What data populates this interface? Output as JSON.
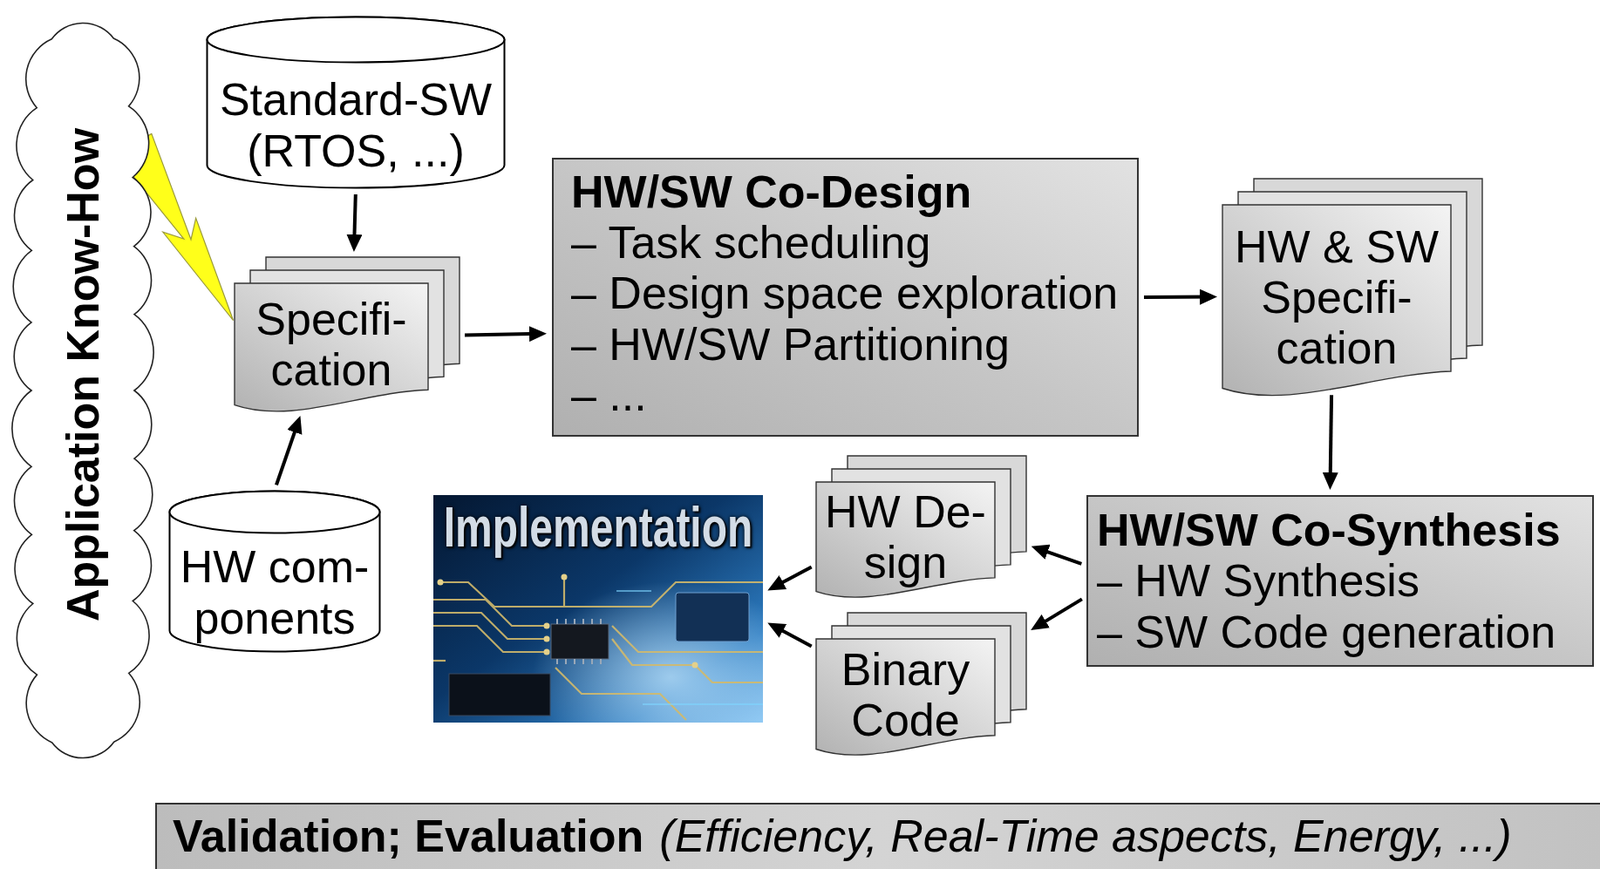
{
  "diagram": {
    "nodes": [
      {
        "text": [
          "Application Know-How"
        ]
      },
      {
        "text": [
          "Standard-SW (RTOS, ...)"
        ]
      },
      {
        "text": [
          "Specifi- cation"
        ]
      },
      {
        "text": [
          "HW com- ponents"
        ]
      },
      {
        "text": [
          "HW/SW Co-Design",
          "– Task scheduling",
          "– Design space exploration",
          "– HW/SW Partitioning",
          "– ..."
        ]
      },
      {
        "text": [
          "HW & SW Specifi- cation"
        ]
      },
      {
        "text": [
          "HW/SW Co-Synthesis",
          "– HW Synthesis",
          "– SW Code generation"
        ]
      },
      {
        "text": [
          "HW De- sign"
        ]
      },
      {
        "text": [
          "Binary Code"
        ]
      },
      {
        "text": [
          "Implementation"
        ]
      },
      {
        "text": [
          "Validation; Evaluation",
          "(Efficiency, Real-Time aspects, Energy, ...)"
        ]
      }
    ],
    "edges": [
      {
        "from": 0,
        "to": 2,
        "arrow": "to"
      },
      {
        "from": 1,
        "to": 2,
        "arrow": "to"
      },
      {
        "from": 3,
        "to": 2,
        "arrow": "to"
      },
      {
        "from": 2,
        "to": 4,
        "arrow": "to"
      },
      {
        "from": 4,
        "to": 5,
        "arrow": "to"
      },
      {
        "from": 5,
        "to": 6,
        "arrow": "to"
      },
      {
        "from": 6,
        "to": 7,
        "arrow": "to"
      },
      {
        "from": 6,
        "to": 8,
        "arrow": "to"
      },
      {
        "from": 7,
        "to": 9,
        "arrow": "to"
      },
      {
        "from": 8,
        "to": 9,
        "arrow": "to"
      }
    ]
  }
}
